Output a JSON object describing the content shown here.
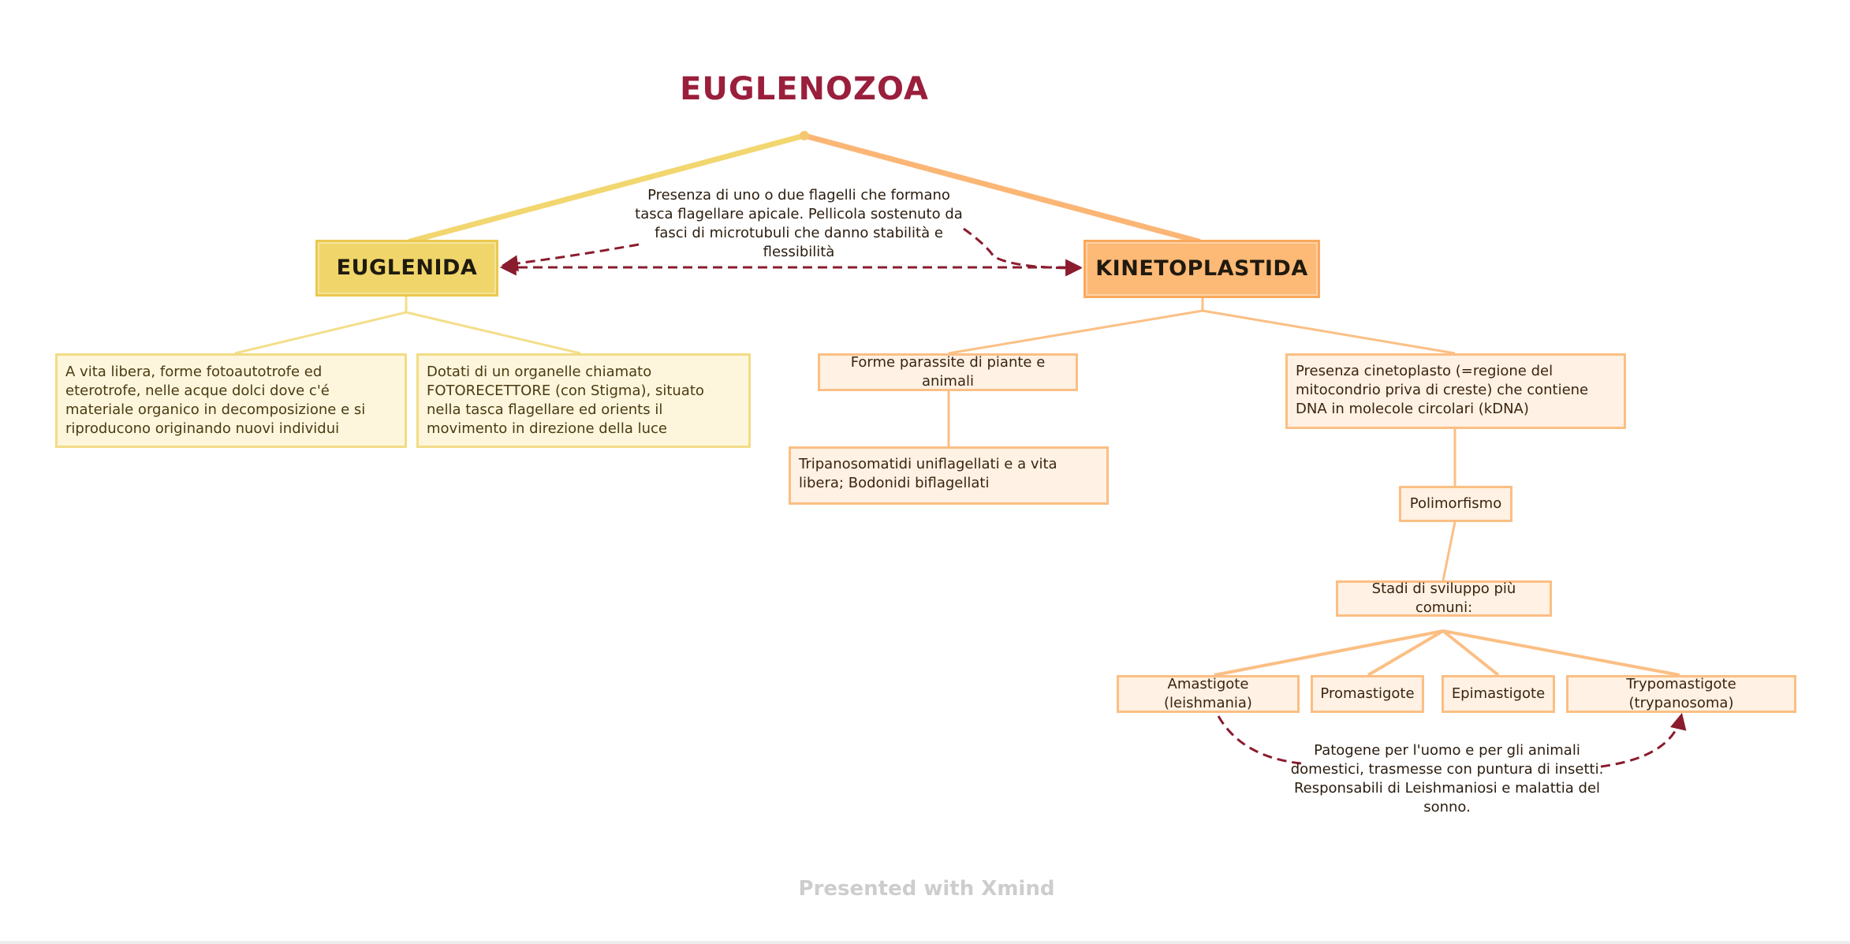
{
  "title": "EUGLENOZOA",
  "main_note": "Presenza di uno o due flagelli che formano tasca flagellare apicale. Pellicola sostenuto da fasci di microtubuli che danno stabilità e flessibilità",
  "euglenida": {
    "label": "EUGLENIDA",
    "children": [
      "A vita libera, forme fotoautotrofe ed eterotrofe, nelle acque dolci dove c'é materiale organico in decomposizione e si riproducono originando nuovi individui",
      "Dotati di un organelle chiamato FOTORECETTORE (con Stigma), situato nella tasca flagellare ed orients il movimento in direzione della luce"
    ]
  },
  "kinetoplastida": {
    "label": "KINETOPLASTIDA",
    "parasites": "Forme parassite di piante e animali",
    "trypanosomatids": "Tripanosomatidi uniflagellati e a vita libera; Bodonidi biflagellati",
    "kinetoplast": "Presenza cinetoplasto (=regione del mitocondrio priva di creste) che contiene DNA in molecole circolari (kDNA)",
    "polymorphism": "Polimorfismo",
    "stages_title": "Stadi di sviluppo più comuni:",
    "stages": [
      "Amastigote (leishmania)",
      "Promastigote",
      "Epimastigote",
      "Trypomastigote (trypanosoma)"
    ]
  },
  "pathogen_note": "Patogene per l'uomo e per gli animali domestici, trasmesse con puntura di insetti. Responsabili di Leishmaniosi e malattia del sonno.",
  "watermark": "Presented with Xmind",
  "colors": {
    "yellow": "#f0d66a",
    "orange": "#fdb976",
    "title": "#9a1f3c",
    "arrow": "#8a1c2e"
  }
}
